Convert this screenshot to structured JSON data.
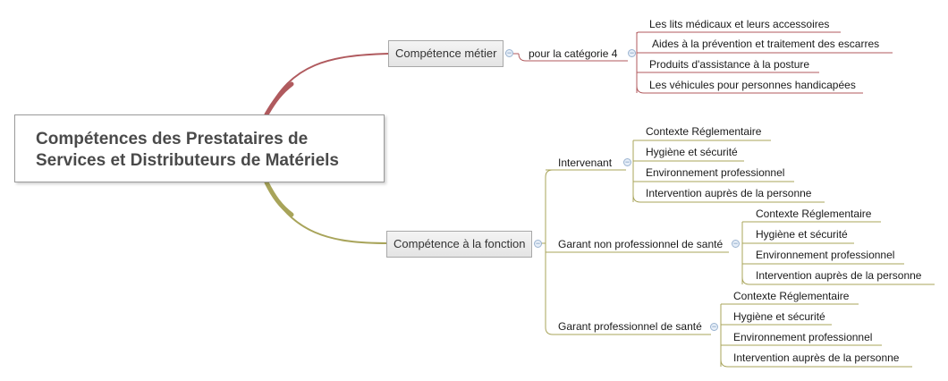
{
  "central": {
    "title_line1": "Compétences des Prestataires de",
    "title_line2": "Services et Distributeurs de Matériels"
  },
  "branch_metier": {
    "label": "Compétence métier",
    "sub_label": "pour la catégorie 4",
    "items": [
      "Les lits médicaux et leurs accessoires",
      "Aides à la prévention et traitement des escarres",
      "Produits d'assistance à la posture",
      "Les véhicules pour personnes handicapées"
    ]
  },
  "branch_fonction": {
    "label": "Compétence à la fonction",
    "groups": [
      {
        "label": "Intervenant",
        "items": [
          "Contexte Réglementaire",
          "Hygiène et sécurité",
          "Environnement professionnel",
          "Intervention auprès de la personne"
        ]
      },
      {
        "label": "Garant non professionnel de santé",
        "items": [
          "Contexte Réglementaire",
          "Hygiène et sécurité",
          "Environnement professionnel",
          "Intervention auprès de la personne"
        ]
      },
      {
        "label": "Garant professionnel de santé",
        "items": [
          "Contexte Réglementaire",
          "Hygiène et sécurité",
          "Environnement professionnel",
          "Intervention auprès de la personne"
        ]
      }
    ]
  },
  "collapse_symbol": "−",
  "colors": {
    "branch_metier": "#b05a5e",
    "branch_fonction": "#a8a45a"
  }
}
